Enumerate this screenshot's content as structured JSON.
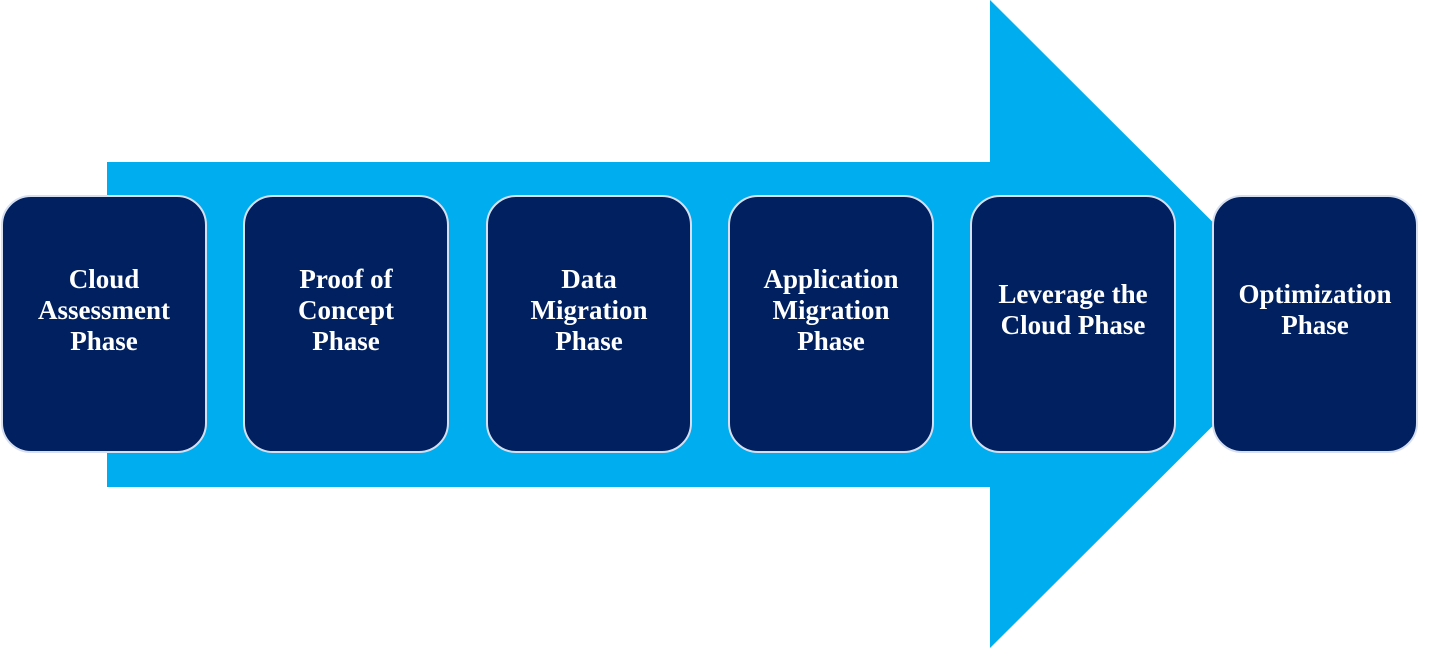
{
  "colors": {
    "arrow": "#00aeef",
    "box": "#002060",
    "text": "#ffffff"
  },
  "phases": [
    {
      "label": "Cloud\nAssessment\nPhase"
    },
    {
      "label": "Proof of\nConcept\nPhase"
    },
    {
      "label": "Data\nMigration\nPhase"
    },
    {
      "label": "Application\nMigration\nPhase"
    },
    {
      "label": "Leverage the\nCloud Phase"
    },
    {
      "label": "Optimization\nPhase"
    }
  ]
}
